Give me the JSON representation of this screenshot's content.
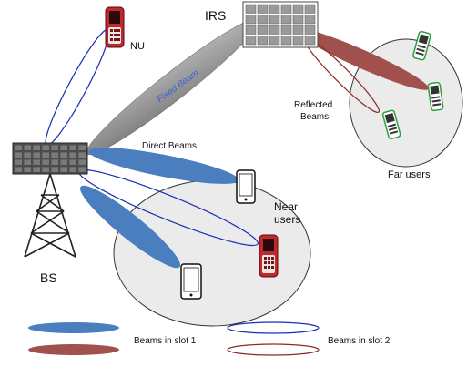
{
  "labels": {
    "irs": "IRS",
    "nu": "NU",
    "bs": "BS",
    "fixed_beam": "Fixed Beam",
    "direct_beams": "Direct Beams",
    "reflected_beams_line1": "Reflected",
    "reflected_beams_line2": "Beams",
    "near_users_line1": "Near",
    "near_users_line2": "users",
    "far_users": "Far users"
  },
  "legend": {
    "slot1": "Beams in slot 1",
    "slot2": "Beams in slot 2"
  },
  "colors": {
    "direct_beam": "#4a7ebf",
    "reflected_beam": "#a0504d",
    "fixed_beam": "#8c8c8c",
    "slot2_blue": "#1a2fb5",
    "slot2_red": "#8b2a2a",
    "user_area": "#ebebeb",
    "nu_phone": "#c0282d",
    "far_phone": "#2e9e3e"
  },
  "icons": {
    "irs": "irs-panel-icon",
    "bs": "base-station-icon",
    "phone": "smartphone-icon",
    "feature_phone": "feature-phone-icon"
  }
}
